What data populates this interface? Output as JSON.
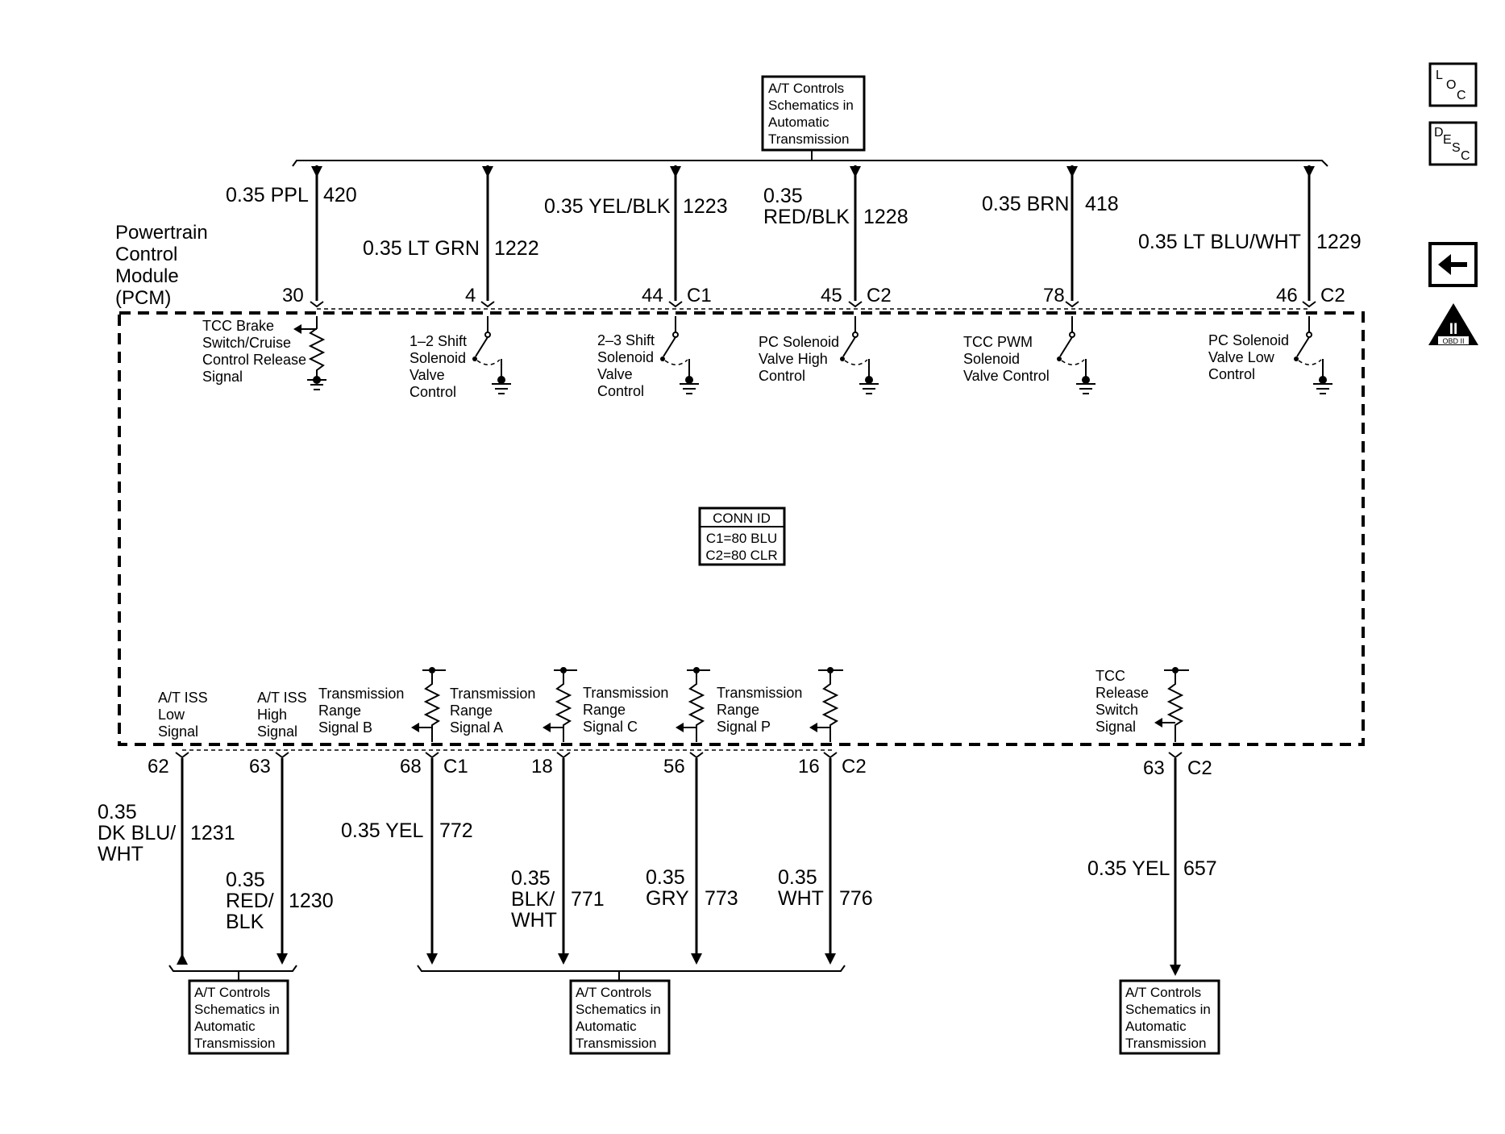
{
  "top_dest_box": [
    "A/T Controls",
    "Schematics in",
    "Automatic",
    "Transmission"
  ],
  "pcm_label": [
    "Powertrain",
    "Control",
    "Module",
    "(PCM)"
  ],
  "top_wires": [
    {
      "size_color": [
        "0.35 PPL"
      ],
      "circuit": "420",
      "pin": "30",
      "conn": "",
      "signal": [
        "TCC Brake",
        "Switch/Cruise",
        "Control Release",
        "Signal"
      ]
    },
    {
      "size_color": [
        "0.35 LT GRN"
      ],
      "circuit": "1222",
      "pin": "4",
      "conn": "",
      "signal": [
        "1–2 Shift",
        "Solenoid",
        "Valve",
        "Control"
      ]
    },
    {
      "size_color": [
        "0.35 YEL/BLK"
      ],
      "circuit": "1223",
      "pin": "44",
      "conn": "C1",
      "signal": [
        "2–3 Shift",
        "Solenoid",
        "Valve",
        "Control"
      ]
    },
    {
      "size_color": [
        "0.35",
        "RED/BLK"
      ],
      "circuit": "1228",
      "pin": "45",
      "conn": "C2",
      "signal": [
        "PC Solenoid",
        "Valve High",
        "Control"
      ]
    },
    {
      "size_color": [
        "0.35 BRN"
      ],
      "circuit": "418",
      "pin": "78",
      "conn": "",
      "signal": [
        "TCC PWM",
        "Solenoid",
        "Valve Control"
      ]
    },
    {
      "size_color": [
        "0.35 LT BLU/WHT"
      ],
      "circuit": "1229",
      "pin": "46",
      "conn": "C2",
      "signal": [
        "PC Solenoid",
        "Valve Low",
        "Control"
      ]
    }
  ],
  "conn_id": {
    "title": "CONN ID",
    "lines": [
      "C1=80 BLU",
      "C2=80 CLR"
    ]
  },
  "bottom_wires": [
    {
      "size_color": [
        "0.35",
        "DK BLU/",
        "WHT"
      ],
      "circuit": "1231",
      "pin": "62",
      "conn": "",
      "signal": [
        "A/T ISS",
        "Low",
        "Signal"
      ]
    },
    {
      "size_color": [
        "0.35",
        "RED/",
        "BLK"
      ],
      "circuit": "1230",
      "pin": "63",
      "conn": "",
      "signal": [
        "A/T ISS",
        "High",
        "Signal"
      ]
    },
    {
      "size_color": [
        "0.35 YEL"
      ],
      "circuit": "772",
      "pin": "68",
      "conn": "C1",
      "signal": [
        "Transmission",
        "Range",
        "Signal B"
      ]
    },
    {
      "size_color": [
        "0.35",
        "BLK/",
        "WHT"
      ],
      "circuit": "771",
      "pin": "18",
      "conn": "",
      "signal": [
        "Transmission",
        "Range",
        "Signal A"
      ]
    },
    {
      "size_color": [
        "0.35",
        "GRY"
      ],
      "circuit": "773",
      "pin": "56",
      "conn": "",
      "signal": [
        "Transmission",
        "Range",
        "Signal C"
      ]
    },
    {
      "size_color": [
        "0.35",
        "WHT"
      ],
      "circuit": "776",
      "pin": "16",
      "conn": "C2",
      "signal": [
        "Transmission",
        "Range",
        "Signal P"
      ]
    },
    {
      "size_color": [
        "0.35 YEL"
      ],
      "circuit": "657",
      "pin": "63",
      "conn": "C2",
      "signal": [
        "TCC",
        "Release",
        "Switch",
        "Signal"
      ]
    }
  ],
  "bottom_dest_boxes": [
    [
      "A/T Controls",
      "Schematics in",
      "Automatic",
      "Transmission"
    ],
    [
      "A/T Controls",
      "Schematics in",
      "Automatic",
      "Transmission"
    ],
    [
      "A/T Controls",
      "Schematics in",
      "Automatic",
      "Transmission"
    ]
  ],
  "nav": {
    "loc": {
      "big": "L",
      "sub1": "O",
      "sub2": "C"
    },
    "desc": {
      "big": "D",
      "sub1": "E",
      "sub2": "S",
      "sub3": "C"
    },
    "back": "←",
    "obd_numeral": "II",
    "obd_text": "OBD II"
  }
}
